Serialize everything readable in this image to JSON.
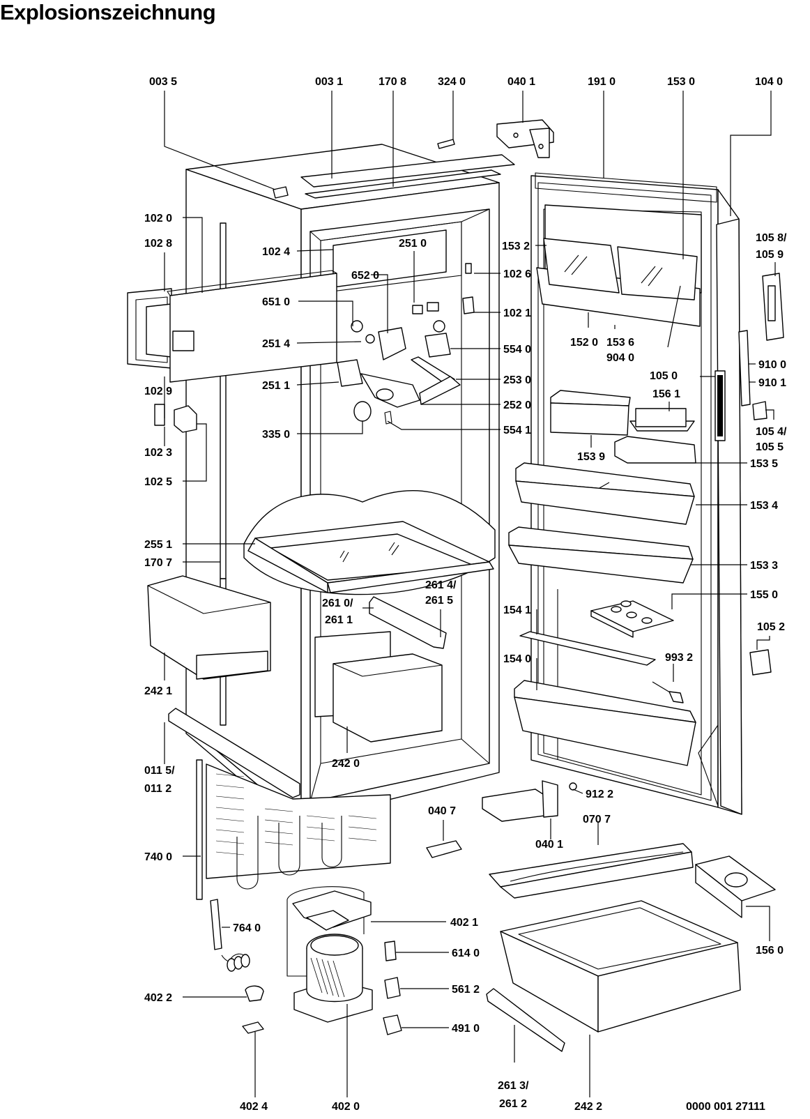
{
  "title": "Explosionszeichnung",
  "drawing_number": "0000 001 27111",
  "labels": [
    {
      "text": "003 5"
    },
    {
      "text": "003 1"
    },
    {
      "text": "170 8"
    },
    {
      "text": "324 0"
    },
    {
      "text": "040 1"
    },
    {
      "text": "191 0"
    },
    {
      "text": "153 0"
    },
    {
      "text": "104 0"
    },
    {
      "text": "102 0"
    },
    {
      "text": "102 8"
    },
    {
      "text": "102 4"
    },
    {
      "text": "251 0"
    },
    {
      "text": "153 2"
    },
    {
      "text": "105 8/"
    },
    {
      "text": "105 9"
    },
    {
      "text": "652 0"
    },
    {
      "text": "102 6"
    },
    {
      "text": "651 0"
    },
    {
      "text": "102 1"
    },
    {
      "text": "152 0"
    },
    {
      "text": "153 6"
    },
    {
      "text": "251 4"
    },
    {
      "text": "554 0"
    },
    {
      "text": "904 0"
    },
    {
      "text": "910 0"
    },
    {
      "text": "105 0"
    },
    {
      "text": "910 1"
    },
    {
      "text": "102 9"
    },
    {
      "text": "251 1"
    },
    {
      "text": "253 0"
    },
    {
      "text": "156 1"
    },
    {
      "text": "252 0"
    },
    {
      "text": "105 4/"
    },
    {
      "text": "105 5"
    },
    {
      "text": "102 3"
    },
    {
      "text": "335 0"
    },
    {
      "text": "554 1"
    },
    {
      "text": "153 9"
    },
    {
      "text": "153 5"
    },
    {
      "text": "102 5"
    },
    {
      "text": "153 4"
    },
    {
      "text": "255 1"
    },
    {
      "text": "170 7"
    },
    {
      "text": "153 3"
    },
    {
      "text": "261 4/"
    },
    {
      "text": "261 5"
    },
    {
      "text": "261 0/"
    },
    {
      "text": "261 1"
    },
    {
      "text": "155 0"
    },
    {
      "text": "154 1"
    },
    {
      "text": "105 2"
    },
    {
      "text": "154 0"
    },
    {
      "text": "993 2"
    },
    {
      "text": "242 1"
    },
    {
      "text": "242 0"
    },
    {
      "text": "011 5/"
    },
    {
      "text": "011 2"
    },
    {
      "text": "912 2"
    },
    {
      "text": "040 7"
    },
    {
      "text": "070 7"
    },
    {
      "text": "040 1"
    },
    {
      "text": "740 0"
    },
    {
      "text": "764 0"
    },
    {
      "text": "402 1"
    },
    {
      "text": "614 0"
    },
    {
      "text": "156 0"
    },
    {
      "text": "402 2"
    },
    {
      "text": "561 2"
    },
    {
      "text": "491 0"
    },
    {
      "text": "402 4"
    },
    {
      "text": "402 0"
    },
    {
      "text": "261 3/"
    },
    {
      "text": "261 2"
    },
    {
      "text": "242 2"
    }
  ]
}
